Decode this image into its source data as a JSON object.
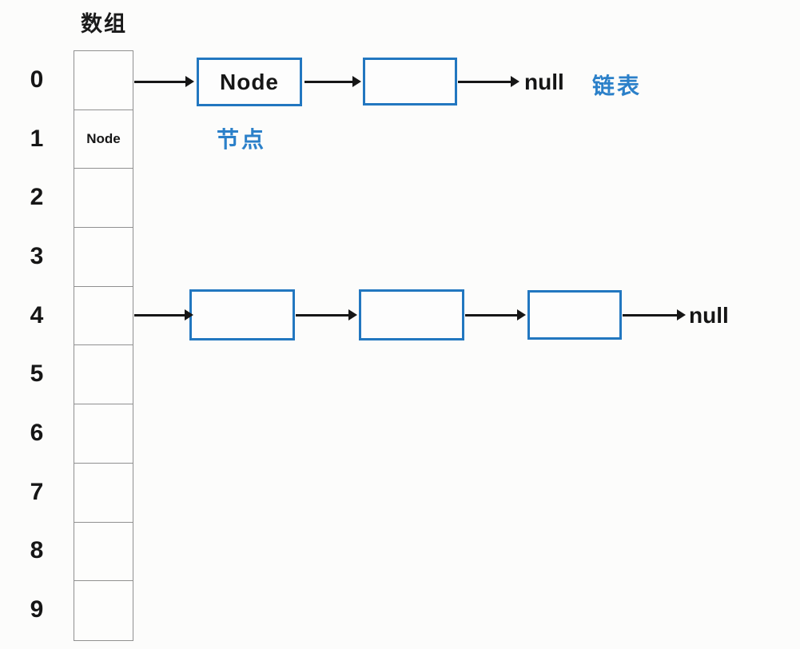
{
  "title": "数组",
  "array": {
    "indices": [
      "0",
      "1",
      "2",
      "3",
      "4",
      "5",
      "6",
      "7",
      "8",
      "9"
    ],
    "cells": [
      "",
      "Node",
      "",
      "",
      "",
      "",
      "",
      "",
      "",
      ""
    ]
  },
  "chains": [
    {
      "source_index": "0",
      "nodes": [
        "Node",
        ""
      ],
      "terminal": "null"
    },
    {
      "source_index": "4",
      "nodes": [
        "",
        "",
        ""
      ],
      "terminal": "null"
    }
  ],
  "annotations": {
    "node_label": "节点",
    "list_label": "链表"
  },
  "colors": {
    "accent_blue_border": "#2277c0",
    "accent_blue_text": "#2b80c9",
    "text_black": "#161616",
    "cell_border": "#909090",
    "background": "#fcfcfb"
  }
}
